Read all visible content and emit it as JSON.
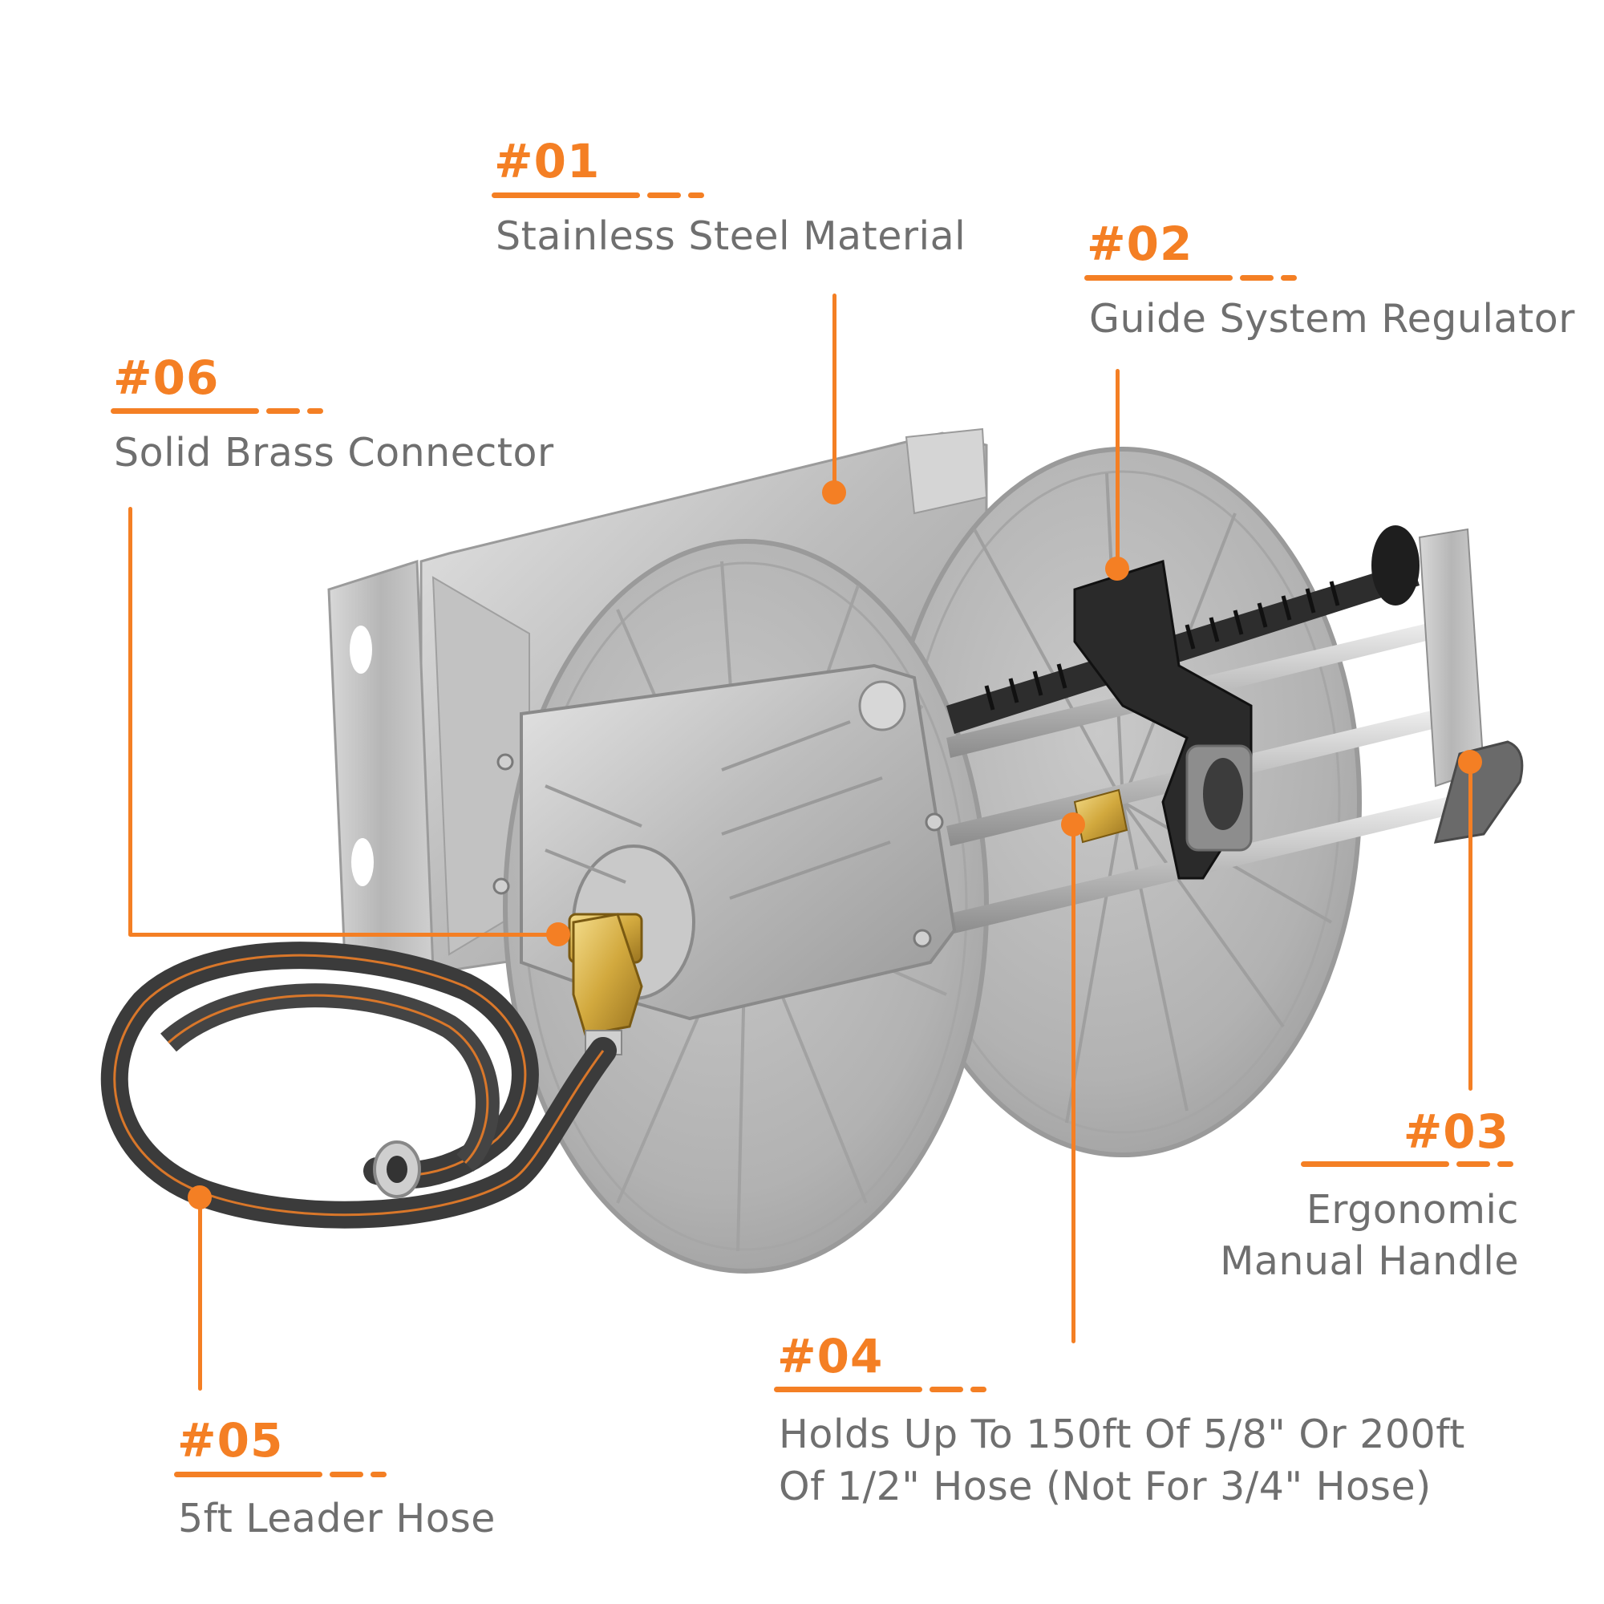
{
  "colors": {
    "accent": "#F47F24",
    "label_text": "#6F6F6F",
    "background": "#FFFFFF"
  },
  "product": {
    "name": "stainless-steel-wall-mount-hose-reel",
    "parts": [
      "wall-bracket",
      "drum-left-flange",
      "drum-right-flange",
      "side-arm-plate",
      "guide-screw-regulator",
      "guide-rails",
      "brass-swivel-connector",
      "crank-handle",
      "leader-hose"
    ]
  },
  "callouts": [
    {
      "id": "01",
      "number": "#01",
      "lines": [
        "Stainless Steel Material"
      ]
    },
    {
      "id": "02",
      "number": "#02",
      "lines": [
        "Guide System Regulator"
      ]
    },
    {
      "id": "03",
      "number": "#03",
      "lines": [
        "Ergonomic",
        "Manual Handle"
      ]
    },
    {
      "id": "04",
      "number": "#04",
      "lines": [
        "Holds Up To 150ft Of 5/8\" Or 200ft",
        "Of 1/2\" Hose  (Not For 3/4\" Hose)"
      ]
    },
    {
      "id": "05",
      "number": "#05",
      "lines": [
        "5ft Leader Hose"
      ]
    },
    {
      "id": "06",
      "number": "#06",
      "lines": [
        "Solid Brass Connector"
      ]
    }
  ]
}
